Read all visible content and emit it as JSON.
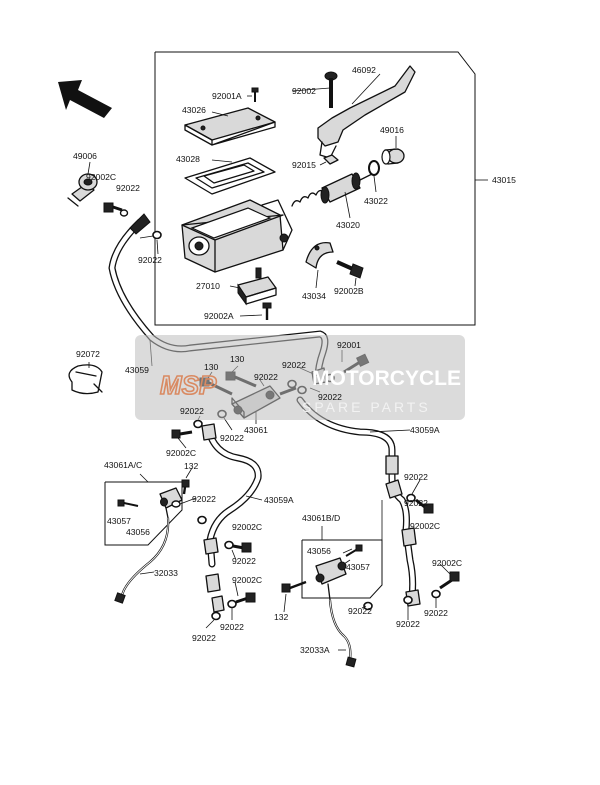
{
  "labels": {
    "l43015": "43015",
    "l46092": "46092",
    "l92002": "92002",
    "l92001A": "92001A",
    "l43026": "43026",
    "l43028": "43028",
    "l49016": "49016",
    "l92015": "92015",
    "l43022": "43022",
    "l43020": "43020",
    "l49006": "49006",
    "l92002C_a": "92002C",
    "l92022_a": "92022",
    "l92022_b": "92022",
    "l27010": "27010",
    "l43034": "43034",
    "l92002B": "92002B",
    "l92002A": "92002A",
    "l92072": "92072",
    "l43059": "43059",
    "l92001": "92001",
    "l92022_c": "92022",
    "l92022_d": "92022",
    "l130_a": "130",
    "l130_b": "130",
    "l92022_e": "92022",
    "l92022_f": "92022",
    "l92022_g": "92022",
    "l43061": "43061",
    "l43059A_a": "43059A",
    "l92002C_b": "92002C",
    "l43061AC": "43061A/C",
    "l132_a": "132",
    "l92022_h": "92022",
    "l43059A_b": "43059A",
    "l43057_a": "43057",
    "l43056_a": "43056",
    "l92002C_c": "92002C",
    "l92022_i": "92022",
    "l32033": "32033",
    "l92002C_d": "92002C",
    "l92022_j": "92022",
    "l92022_k": "92022",
    "l92002C_e": "92002C",
    "l43061BD": "43061B/D",
    "l43056_b": "43056",
    "l43057_b": "43057",
    "l92022_l": "92022",
    "l92002C_f": "92002C",
    "l132_b": "132",
    "l92022_m": "92022",
    "l92022_n": "92022",
    "l92022_o": "92022",
    "l92022_p": "92022",
    "l32033A": "32033A"
  },
  "watermark": {
    "logo": "MSP",
    "title": "MOTORCYCLE",
    "subtitle": "SPARE PARTS"
  }
}
